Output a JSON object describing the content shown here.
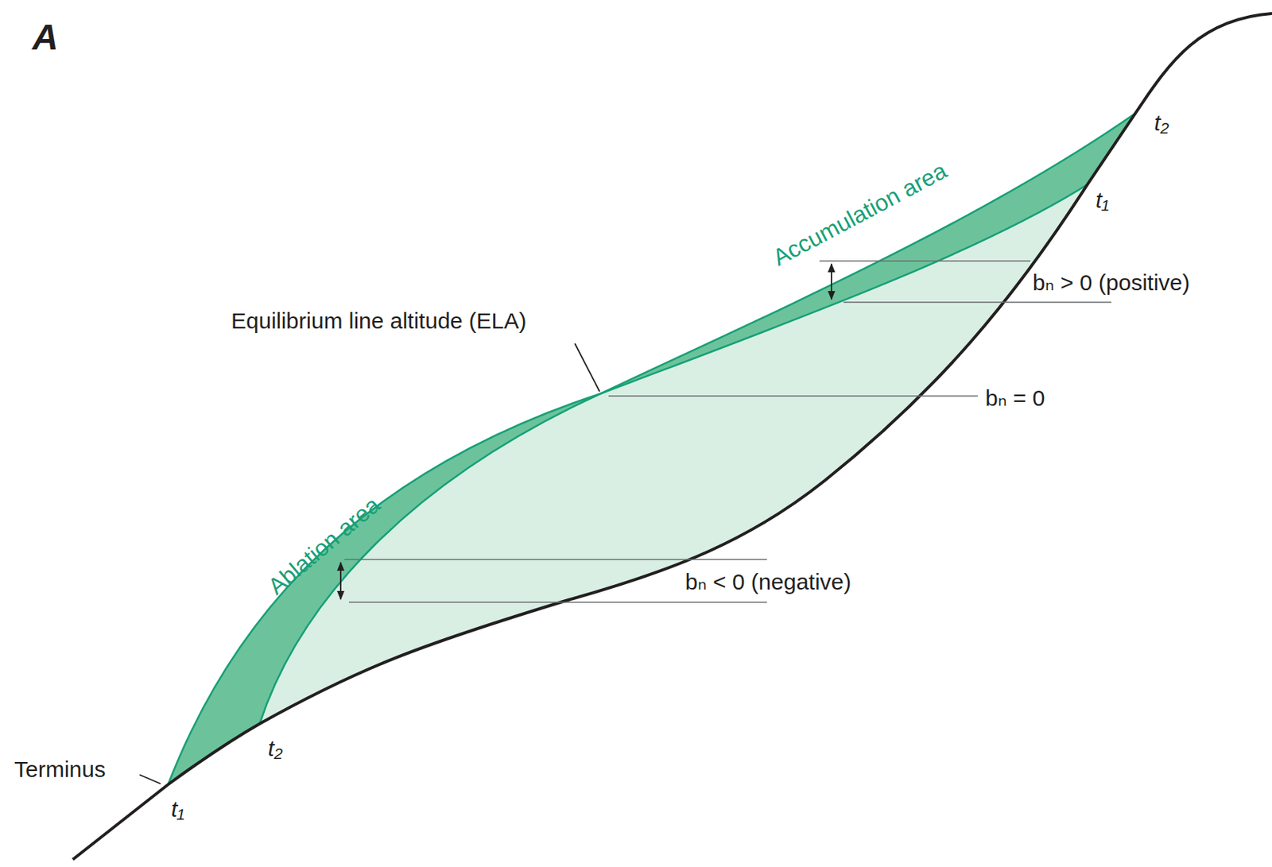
{
  "diagram": {
    "labels": [
      "A",
      "Accumulation area",
      "Equilibrium line altitude (ELA)",
      "bₙ > 0 (positive)",
      "bₙ = 0",
      "Ablation area",
      "bₙ < 0 (negative)",
      "Terminus",
      "t₂",
      "t₁",
      "t₂",
      "t₁"
    ]
  }
}
